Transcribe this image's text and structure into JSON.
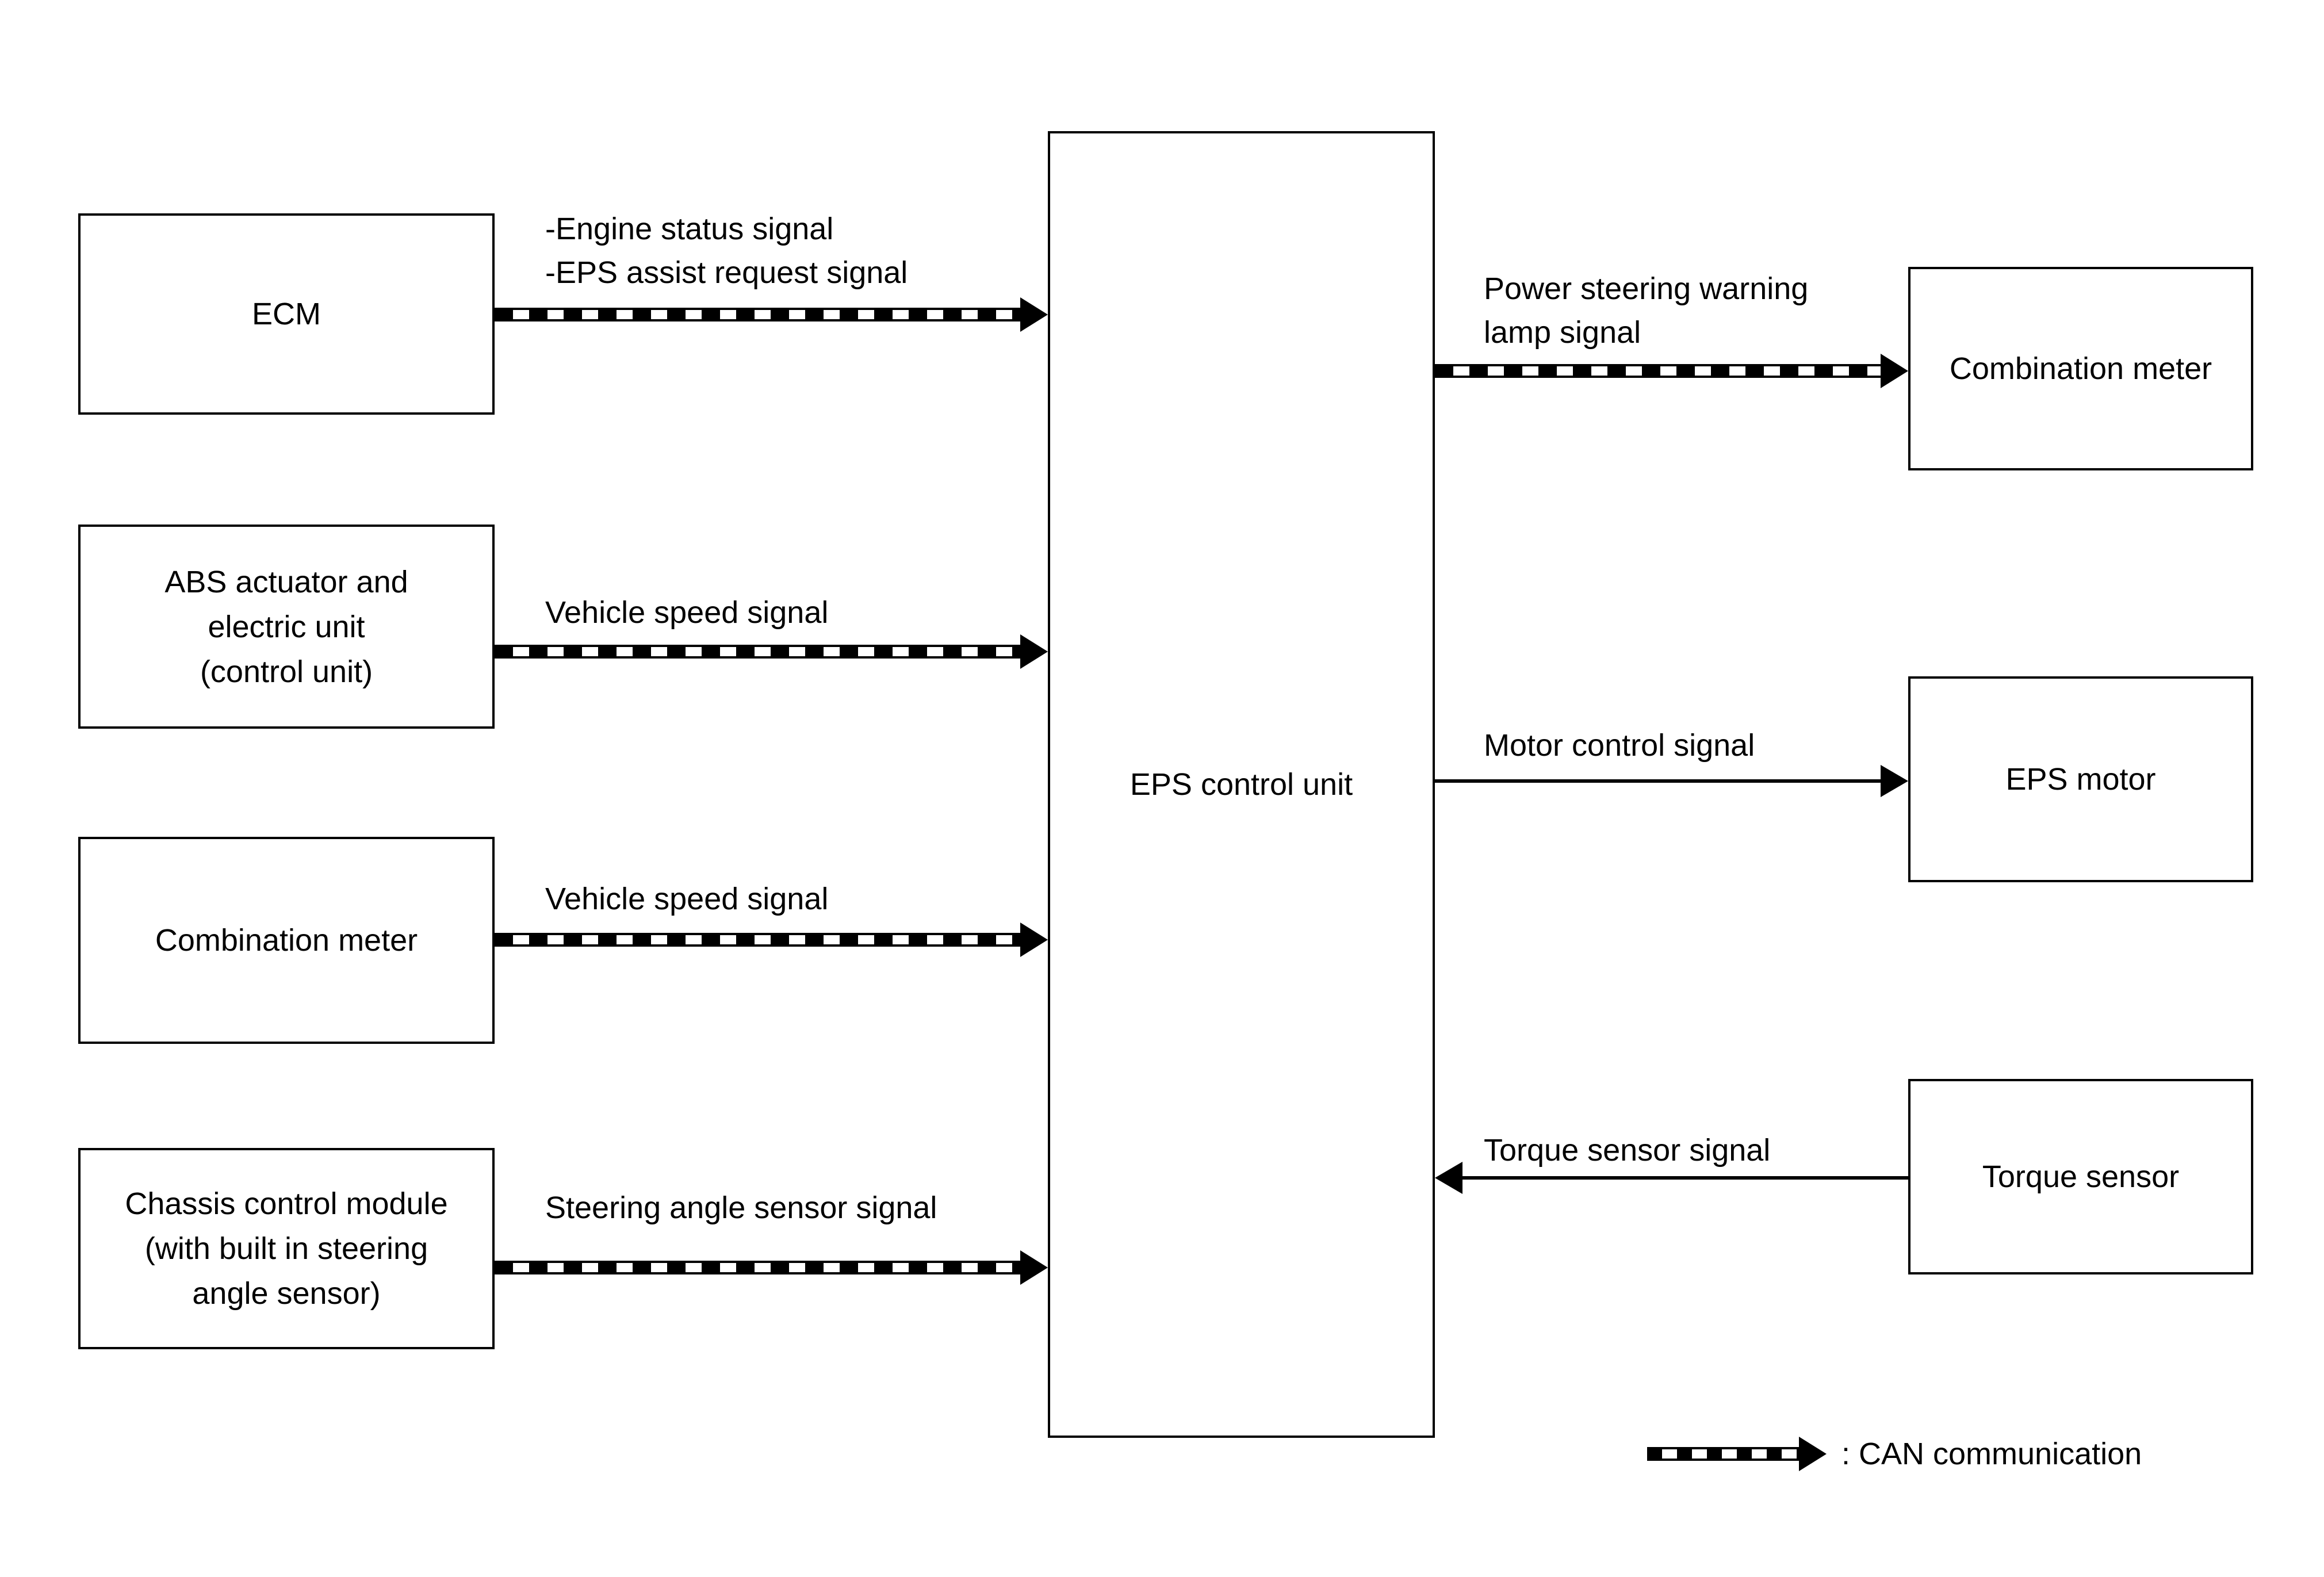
{
  "page": {
    "background_color": "#ffffff",
    "line_color": "#000000"
  },
  "nodes": {
    "ecm": {
      "label": "ECM"
    },
    "abs_unit": {
      "label": "ABS actuator and\nelectric unit\n(control unit)"
    },
    "combination_meter_left": {
      "label": "Combination meter"
    },
    "chassis_module": {
      "label": "Chassis control module\n(with built in steering\nangle sensor)"
    },
    "eps_control_unit": {
      "label": "EPS control unit"
    },
    "combination_meter_right": {
      "label": "Combination meter"
    },
    "eps_motor": {
      "label": "EPS motor"
    },
    "torque_sensor": {
      "label": "Torque sensor"
    }
  },
  "signals": {
    "ecm_to_eps": {
      "label": "-Engine status signal\n-EPS assist request signal",
      "type": "CAN",
      "from": "ECM",
      "to": "EPS control unit"
    },
    "abs_to_eps": {
      "label": "Vehicle speed signal",
      "type": "CAN",
      "from": "ABS actuator and electric unit (control unit)",
      "to": "EPS control unit"
    },
    "meter_to_eps": {
      "label": "Vehicle speed signal",
      "type": "CAN",
      "from": "Combination meter",
      "to": "EPS control unit"
    },
    "chassis_to_eps": {
      "label": "Steering angle sensor signal",
      "type": "CAN",
      "from": "Chassis control module (with built in steering angle sensor)",
      "to": "EPS control unit"
    },
    "eps_to_meter": {
      "label": "Power steering warning\nlamp signal",
      "type": "CAN",
      "from": "EPS control unit",
      "to": "Combination meter"
    },
    "eps_to_motor": {
      "label": "Motor control signal",
      "type": "wire",
      "from": "EPS control unit",
      "to": "EPS motor"
    },
    "torque_to_eps": {
      "label": "Torque sensor signal",
      "type": "wire",
      "from": "Torque sensor",
      "to": "EPS control unit"
    }
  },
  "legend": {
    "label": ": CAN communication"
  }
}
